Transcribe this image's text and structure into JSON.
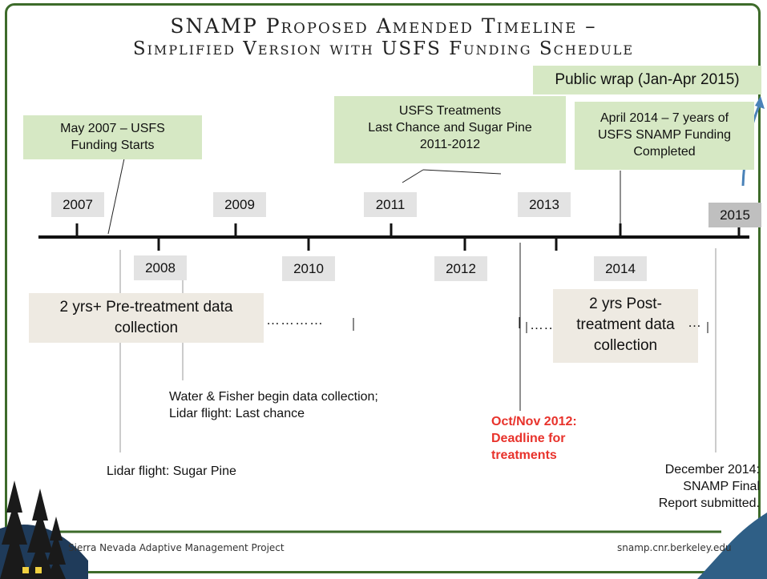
{
  "title": {
    "line1": "SNAMP  Proposed Amended Timeline –",
    "line2": "Simplified Version with USFS Funding Schedule"
  },
  "callouts": {
    "public_wrap": "Public wrap (Jan-Apr 2015)",
    "funding_starts_1": "May 2007 – USFS",
    "funding_starts_2": "Funding Starts",
    "treatments_1": "USFS Treatments",
    "treatments_2": "Last Chance and Sugar Pine",
    "treatments_3": "2011-2012",
    "funding_done_1": "April 2014 – 7 years of",
    "funding_done_2": "USFS SNAMP Funding",
    "funding_done_3": "Completed",
    "pre_1": "2 yrs+ Pre-treatment data",
    "pre_2": "collection",
    "post_1": "2 yrs Post-",
    "post_2": "treatment data",
    "post_3": "collection"
  },
  "years": {
    "y2007": "2007",
    "y2008": "2008",
    "y2009": "2009",
    "y2010": "2010",
    "y2011": "2011",
    "y2012": "2012",
    "y2013": "2013",
    "y2014": "2014",
    "y2015": "2015"
  },
  "events": {
    "water_fisher_1": "Water & Fisher begin data collection;",
    "water_fisher_2": "Lidar flight: Last chance",
    "lidar_sugar": "Lidar flight: Sugar Pine",
    "deadline_1": "Oct/Nov  2012:",
    "deadline_2": "Deadline for",
    "deadline_3": "treatments",
    "final_1": "December 2014:",
    "final_2": "SNAMP Final",
    "final_3": "Report submitted."
  },
  "dots": {
    "pre": "…………",
    "post_left": "…..",
    "post_right": "…"
  },
  "footer": {
    "left": "Sierra Nevada Adaptive Management Project",
    "right": "snamp.cnr.berkeley.edu"
  },
  "colors": {
    "green_box": "#d6e8c4",
    "beige_box": "#eeeae2",
    "deadline": "#e8322b",
    "frame": "#3d6b2a",
    "arrow": "#4a82b8"
  }
}
